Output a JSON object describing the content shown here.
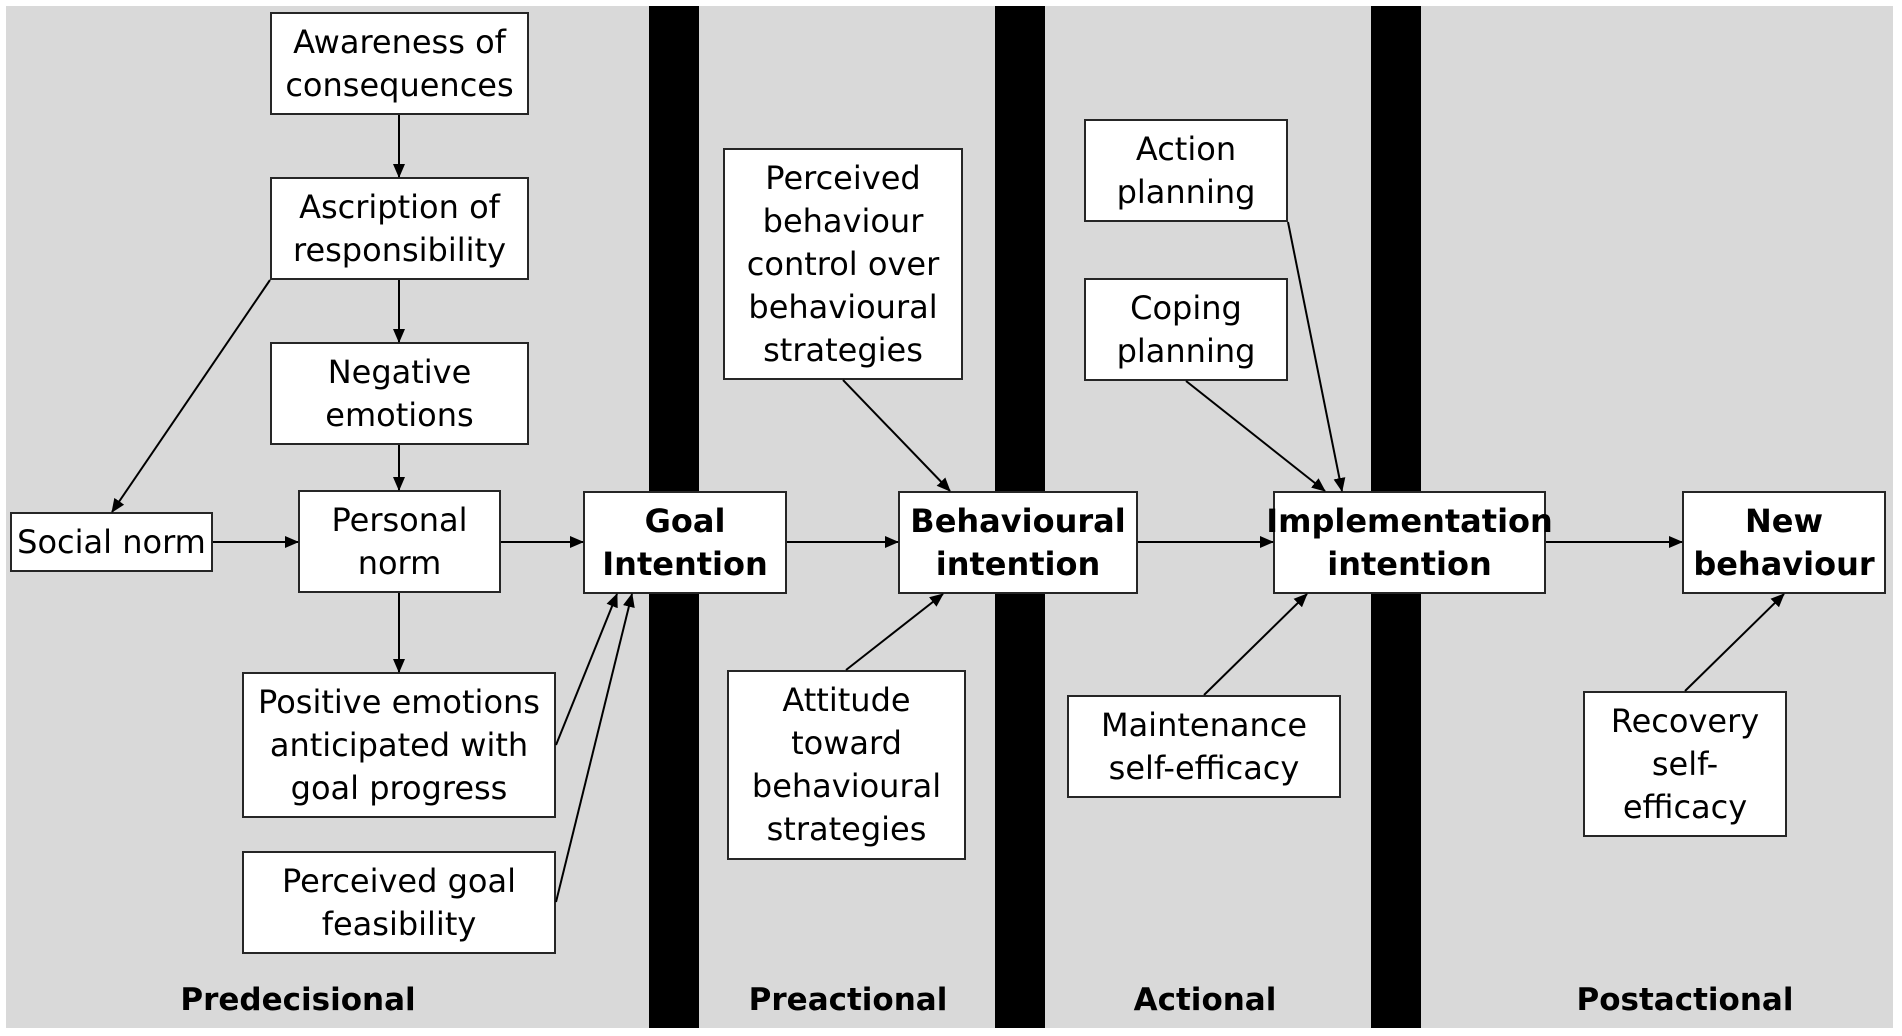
{
  "colors": {
    "background": "#d9d9d9",
    "divider": "#000000",
    "box_fill": "#ffffff",
    "box_border": "#262626",
    "arrow": "#000000"
  },
  "phases": {
    "predecisional": "Predecisional",
    "preactional": "Preactional",
    "actional": "Actional",
    "postactional": "Postactional"
  },
  "nodes": {
    "awareness": "Awareness of\nconsequences",
    "ascription": "Ascription of\nresponsibility",
    "negative_emotions": "Negative\nemotions",
    "social_norm": "Social norm",
    "personal_norm": "Personal\nnorm",
    "positive_emotions": "Positive emotions\nanticipated with\ngoal progress",
    "goal_feasibility": "Perceived goal\nfeasibility",
    "goal_intention": "Goal\nIntention",
    "perceived_control": "Perceived\nbehaviour\ncontrol  over\nbehavioural\nstrategies",
    "attitude": "Attitude\ntoward\nbehavioural\nstrategies",
    "behavioural_intention": "Behavioural\nintention",
    "action_planning": "Action\nplanning",
    "coping_planning": "Coping\nplanning",
    "maintenance_efficacy": "Maintenance\nself-efficacy",
    "implementation_intention": "Implementation\nintention",
    "recovery_efficacy": "Recovery\nself-\nefficacy",
    "new_behaviour": "New\nbehaviour"
  }
}
